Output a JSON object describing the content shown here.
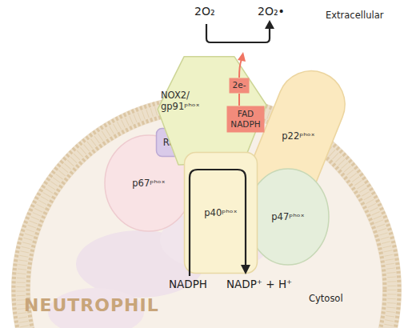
{
  "diagram": {
    "nodes": [
      {
        "text": [
          "NOX2/ gp91ᵖʰᵒˣ"
        ]
      },
      {
        "text": [
          "2e-"
        ],
        "in": 0
      },
      {
        "text": [
          "FAD NADPH"
        ],
        "in": 0
      },
      {
        "text": [
          "Rac2"
        ]
      },
      {
        "text": [
          "p22ᵖʰᵒˣ"
        ]
      },
      {
        "text": [
          "p67ᵖʰᵒˣ"
        ]
      },
      {
        "text": [
          "p40ᵖʰᵒˣ"
        ]
      },
      {
        "text": [
          "p47ᵖʰᵒˣ"
        ]
      }
    ],
    "labels": [
      "2O₂",
      "2O₂•",
      "Extracellular",
      "NADPH",
      "NADP⁺ + H⁺",
      "NEUTROPHIL",
      "Cytosol"
    ]
  }
}
